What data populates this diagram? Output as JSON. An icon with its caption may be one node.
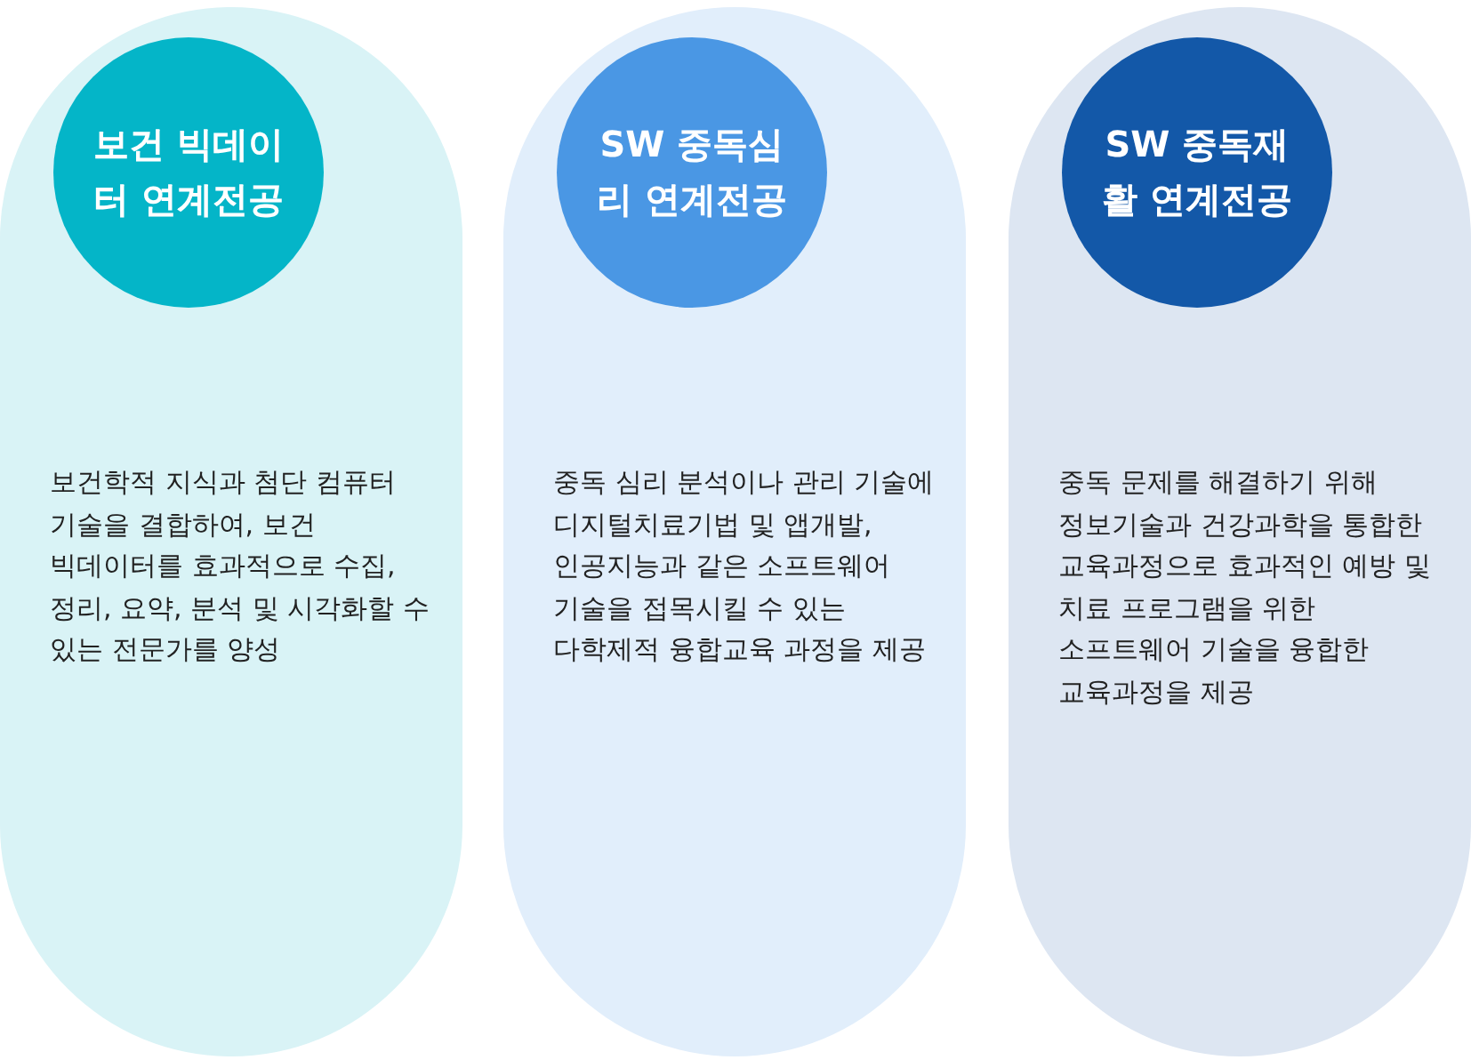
{
  "diagram": {
    "nodes": [
      {
        "text": [
          "보건학적 지식과 첨단 컴퓨터 기술을 결합하여, 보건 빅데이터를 효과적으로 수집, 정리, 요약, 분석 및 시각화할 수 있는 전문가를 양성"
        ]
      },
      {
        "text": [
          "보건 빅데이터 연계전공"
        ],
        "in": 0
      },
      {
        "text": [
          "중독 심리 분석이나 관리 기술에 디지털치료기법 및 앱개발, 인공지능과 같은 소프트웨어 기술을 접목시킬 수 있는 다학제적 융합교육 과정을 제공"
        ]
      },
      {
        "text": [
          "SW 중독심리 연계전공"
        ],
        "in": 2
      },
      {
        "text": [
          "중독 문제를 해결하기 위해 정보기술과 건강과학을 통합한 교육과정으로 효과적인 예방 및 치료 프로그램을 위한 소프트웨어 기술을 융합한 교육과정을 제공"
        ]
      },
      {
        "text": [
          "SW 중독재활 연계전공"
        ],
        "in": 4
      }
    ]
  }
}
